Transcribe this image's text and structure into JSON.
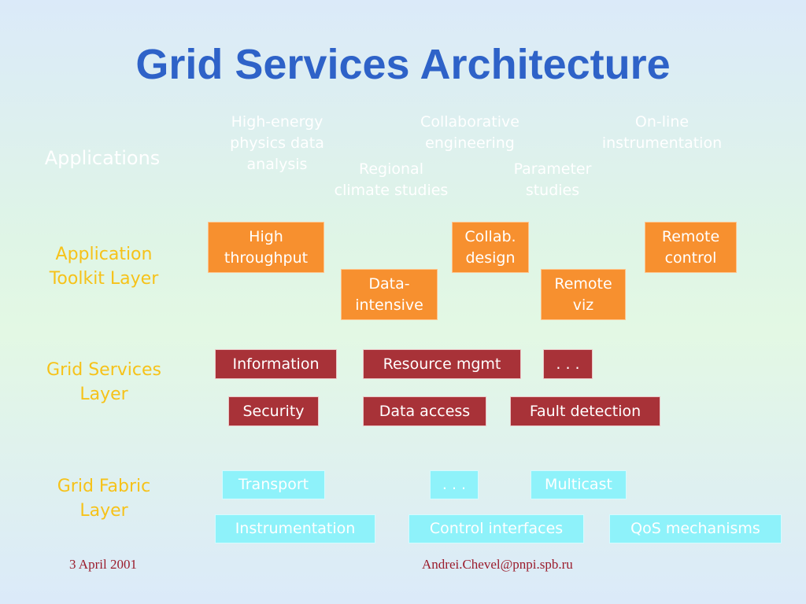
{
  "title": "Grid Services Architecture",
  "colors": {
    "title": "#2e62c8",
    "layer_label": "#f6c219",
    "toolkit_box": "#f7902f",
    "services_box": "#a83238",
    "fabric_box": "#8ef2fa",
    "footer": "#9b1c2c"
  },
  "layers": {
    "applications": "Applications",
    "toolkit": [
      "Application",
      "Toolkit Layer"
    ],
    "services": [
      "Grid Services",
      "Layer"
    ],
    "fabric": [
      "Grid Fabric",
      "Layer"
    ]
  },
  "applications": [
    [
      "High-energy",
      "physics data",
      "analysis"
    ],
    [
      "Collaborative",
      "engineering"
    ],
    [
      "On-line",
      "instrumentation"
    ],
    [
      "Regional",
      "climate studies"
    ],
    [
      "Parameter",
      "studies"
    ]
  ],
  "toolkit": [
    [
      "High",
      "throughput"
    ],
    [
      "Collab.",
      "design"
    ],
    [
      "Remote",
      "control"
    ],
    [
      "Data-",
      "intensive"
    ],
    [
      "Remote",
      "viz"
    ]
  ],
  "services": [
    "Information",
    "Resource mgmt",
    ". . .",
    "Security",
    "Data access",
    "Fault detection"
  ],
  "fabric": [
    "Transport",
    ". . .",
    "Multicast",
    "Instrumentation",
    "Control interfaces",
    "QoS mechanisms"
  ],
  "footer": {
    "date": "3 April 2001",
    "email": "Andrei.Chevel@pnpi.spb.ru"
  }
}
